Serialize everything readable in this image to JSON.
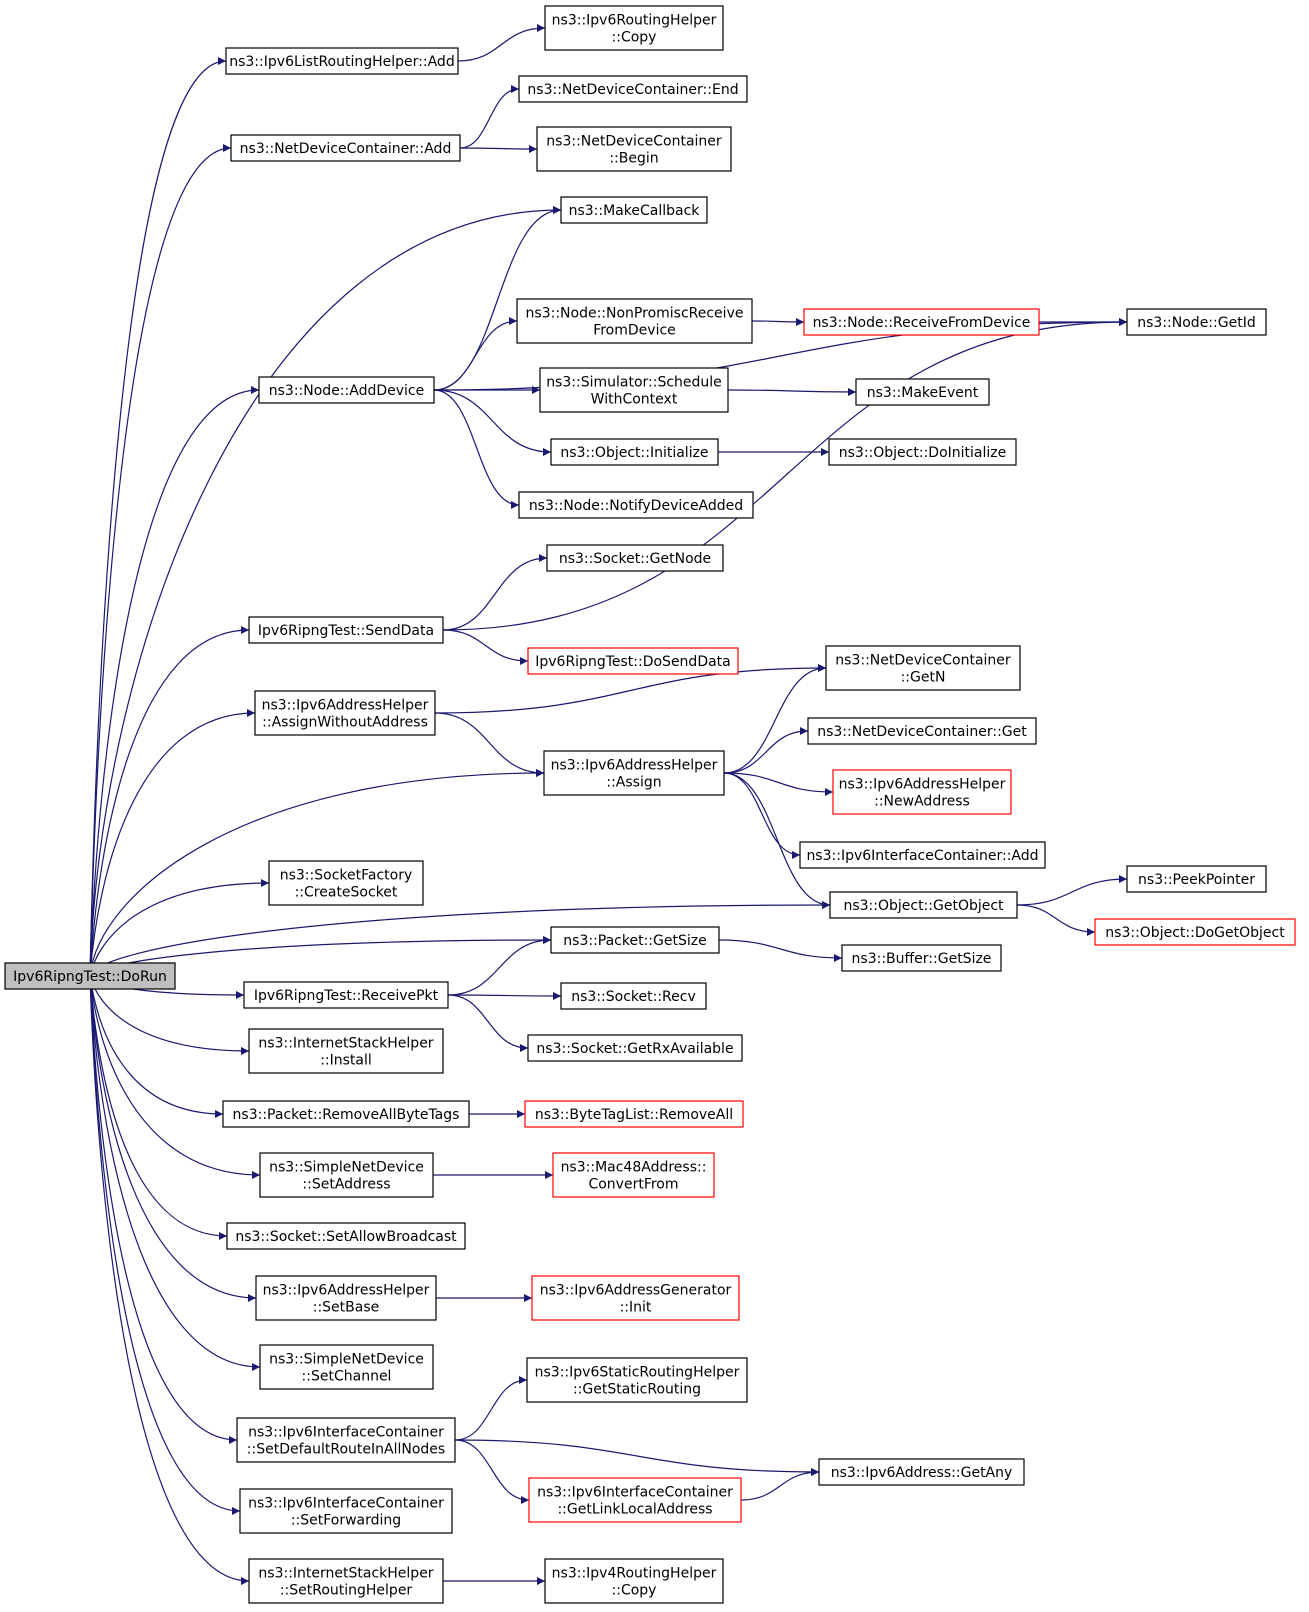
{
  "colors": {
    "edge": "#191970",
    "node_border": "#000000",
    "node_border_truncated": "#ff0000",
    "root_fill": "#bfbfbf",
    "node_fill": "#ffffff"
  },
  "nodes": [
    {
      "id": "root",
      "lines": [
        "Ipv6RipngTest::DoRun"
      ],
      "style": "root"
    },
    {
      "id": "listadd",
      "lines": [
        "ns3::Ipv6ListRoutingHelper::Add"
      ],
      "style": "normal"
    },
    {
      "id": "rhcopy",
      "lines": [
        "ns3::Ipv6RoutingHelper",
        "::Copy"
      ],
      "style": "normal"
    },
    {
      "id": "ndcadd",
      "lines": [
        "ns3::NetDeviceContainer::Add"
      ],
      "style": "normal"
    },
    {
      "id": "ndcend",
      "lines": [
        "ns3::NetDeviceContainer::End"
      ],
      "style": "normal"
    },
    {
      "id": "ndcbegin",
      "lines": [
        "ns3::NetDeviceContainer",
        "::Begin"
      ],
      "style": "normal"
    },
    {
      "id": "makecb",
      "lines": [
        "ns3::MakeCallback"
      ],
      "style": "normal"
    },
    {
      "id": "nodeadd",
      "lines": [
        "ns3::Node::AddDevice"
      ],
      "style": "normal"
    },
    {
      "id": "nonprom",
      "lines": [
        "ns3::Node::NonPromiscReceive",
        "FromDevice"
      ],
      "style": "normal"
    },
    {
      "id": "recvdev",
      "lines": [
        "ns3::Node::ReceiveFromDevice"
      ],
      "style": "truncated"
    },
    {
      "id": "getid",
      "lines": [
        "ns3::Node::GetId"
      ],
      "style": "normal"
    },
    {
      "id": "schedctx",
      "lines": [
        "ns3::Simulator::Schedule",
        "WithContext"
      ],
      "style": "normal"
    },
    {
      "id": "makeevent",
      "lines": [
        "ns3::MakeEvent"
      ],
      "style": "normal"
    },
    {
      "id": "objinit",
      "lines": [
        "ns3::Object::Initialize"
      ],
      "style": "normal"
    },
    {
      "id": "objdoinit",
      "lines": [
        "ns3::Object::DoInitialize"
      ],
      "style": "normal"
    },
    {
      "id": "notifydev",
      "lines": [
        "ns3::Node::NotifyDeviceAdded"
      ],
      "style": "normal"
    },
    {
      "id": "sockgetnode",
      "lines": [
        "ns3::Socket::GetNode"
      ],
      "style": "normal"
    },
    {
      "id": "senddata",
      "lines": [
        "Ipv6RipngTest::SendData"
      ],
      "style": "normal"
    },
    {
      "id": "dosenddata",
      "lines": [
        "Ipv6RipngTest::DoSendData"
      ],
      "style": "truncated"
    },
    {
      "id": "ndcgetn",
      "lines": [
        "ns3::NetDeviceContainer",
        "::GetN"
      ],
      "style": "normal"
    },
    {
      "id": "assignwo",
      "lines": [
        "ns3::Ipv6AddressHelper",
        "::AssignWithoutAddress"
      ],
      "style": "normal"
    },
    {
      "id": "ndcget",
      "lines": [
        "ns3::NetDeviceContainer::Get"
      ],
      "style": "normal"
    },
    {
      "id": "assign",
      "lines": [
        "ns3::Ipv6AddressHelper",
        "::Assign"
      ],
      "style": "normal"
    },
    {
      "id": "newaddr",
      "lines": [
        "ns3::Ipv6AddressHelper",
        "::NewAddress"
      ],
      "style": "truncated"
    },
    {
      "id": "icadd",
      "lines": [
        "ns3::Ipv6InterfaceContainer::Add"
      ],
      "style": "normal"
    },
    {
      "id": "peekptr",
      "lines": [
        "ns3::PeekPointer"
      ],
      "style": "normal"
    },
    {
      "id": "getobject",
      "lines": [
        "ns3::Object::GetObject"
      ],
      "style": "normal"
    },
    {
      "id": "dogetobject",
      "lines": [
        "ns3::Object::DoGetObject"
      ],
      "style": "truncated"
    },
    {
      "id": "createsock",
      "lines": [
        "ns3::SocketFactory",
        "::CreateSocket"
      ],
      "style": "normal"
    },
    {
      "id": "pktgetsize",
      "lines": [
        "ns3::Packet::GetSize"
      ],
      "style": "normal"
    },
    {
      "id": "bufgetsize",
      "lines": [
        "ns3::Buffer::GetSize"
      ],
      "style": "normal"
    },
    {
      "id": "recvpkt",
      "lines": [
        "Ipv6RipngTest::ReceivePkt"
      ],
      "style": "normal"
    },
    {
      "id": "sockrecv",
      "lines": [
        "ns3::Socket::Recv"
      ],
      "style": "normal"
    },
    {
      "id": "getrxavail",
      "lines": [
        "ns3::Socket::GetRxAvailable"
      ],
      "style": "normal"
    },
    {
      "id": "install",
      "lines": [
        "ns3::InternetStackHelper",
        "::Install"
      ],
      "style": "normal"
    },
    {
      "id": "rmbytetags",
      "lines": [
        "ns3::Packet::RemoveAllByteTags"
      ],
      "style": "normal"
    },
    {
      "id": "btlremove",
      "lines": [
        "ns3::ByteTagList::RemoveAll"
      ],
      "style": "truncated"
    },
    {
      "id": "sndsetaddr",
      "lines": [
        "ns3::SimpleNetDevice",
        "::SetAddress"
      ],
      "style": "normal"
    },
    {
      "id": "mac48conv",
      "lines": [
        "ns3::Mac48Address::",
        "ConvertFrom"
      ],
      "style": "truncated"
    },
    {
      "id": "allowbc",
      "lines": [
        "ns3::Socket::SetAllowBroadcast"
      ],
      "style": "normal"
    },
    {
      "id": "setbase",
      "lines": [
        "ns3::Ipv6AddressHelper",
        "::SetBase"
      ],
      "style": "normal"
    },
    {
      "id": "addrgeninit",
      "lines": [
        "ns3::Ipv6AddressGenerator",
        "::Init"
      ],
      "style": "truncated"
    },
    {
      "id": "setchannel",
      "lines": [
        "ns3::SimpleNetDevice",
        "::SetChannel"
      ],
      "style": "normal"
    },
    {
      "id": "getstatic",
      "lines": [
        "ns3::Ipv6StaticRoutingHelper",
        "::GetStaticRouting"
      ],
      "style": "normal"
    },
    {
      "id": "setdefroute",
      "lines": [
        "ns3::Ipv6InterfaceContainer",
        "::SetDefaultRouteInAllNodes"
      ],
      "style": "normal"
    },
    {
      "id": "getany",
      "lines": [
        "ns3::Ipv6Address::GetAny"
      ],
      "style": "normal"
    },
    {
      "id": "getlinklocal",
      "lines": [
        "ns3::Ipv6InterfaceContainer",
        "::GetLinkLocalAddress"
      ],
      "style": "truncated"
    },
    {
      "id": "setfwd",
      "lines": [
        "ns3::Ipv6InterfaceContainer",
        "::SetForwarding"
      ],
      "style": "normal"
    },
    {
      "id": "setroutinghelper",
      "lines": [
        "ns3::InternetStackHelper",
        "::SetRoutingHelper"
      ],
      "style": "normal"
    },
    {
      "id": "v4copy",
      "lines": [
        "ns3::Ipv4RoutingHelper",
        "::Copy"
      ],
      "style": "normal"
    }
  ],
  "edges": [
    [
      "root",
      "listadd"
    ],
    [
      "root",
      "ndcadd"
    ],
    [
      "root",
      "makecb"
    ],
    [
      "root",
      "nodeadd"
    ],
    [
      "root",
      "senddata"
    ],
    [
      "root",
      "assignwo"
    ],
    [
      "root",
      "assign"
    ],
    [
      "root",
      "getobject"
    ],
    [
      "root",
      "createsock"
    ],
    [
      "root",
      "pktgetsize"
    ],
    [
      "root",
      "recvpkt"
    ],
    [
      "root",
      "install"
    ],
    [
      "root",
      "rmbytetags"
    ],
    [
      "root",
      "sndsetaddr"
    ],
    [
      "root",
      "allowbc"
    ],
    [
      "root",
      "setbase"
    ],
    [
      "root",
      "setchannel"
    ],
    [
      "root",
      "setdefroute"
    ],
    [
      "root",
      "setfwd"
    ],
    [
      "root",
      "setroutinghelper"
    ],
    [
      "listadd",
      "rhcopy"
    ],
    [
      "ndcadd",
      "ndcend"
    ],
    [
      "ndcadd",
      "ndcbegin"
    ],
    [
      "nodeadd",
      "makecb"
    ],
    [
      "nodeadd",
      "getid"
    ],
    [
      "nodeadd",
      "nonprom"
    ],
    [
      "nodeadd",
      "schedctx"
    ],
    [
      "nodeadd",
      "objinit"
    ],
    [
      "nodeadd",
      "notifydev"
    ],
    [
      "nonprom",
      "recvdev"
    ],
    [
      "recvdev",
      "getid"
    ],
    [
      "schedctx",
      "makeevent"
    ],
    [
      "objinit",
      "objdoinit"
    ],
    [
      "senddata",
      "sockgetnode"
    ],
    [
      "senddata",
      "getid"
    ],
    [
      "senddata",
      "dosenddata"
    ],
    [
      "assignwo",
      "ndcgetn"
    ],
    [
      "assignwo",
      "assign"
    ],
    [
      "assign",
      "ndcgetn"
    ],
    [
      "assign",
      "ndcget"
    ],
    [
      "assign",
      "newaddr"
    ],
    [
      "assign",
      "icadd"
    ],
    [
      "assign",
      "getobject"
    ],
    [
      "getobject",
      "peekptr"
    ],
    [
      "getobject",
      "dogetobject"
    ],
    [
      "pktgetsize",
      "bufgetsize"
    ],
    [
      "recvpkt",
      "pktgetsize"
    ],
    [
      "recvpkt",
      "sockrecv"
    ],
    [
      "recvpkt",
      "getrxavail"
    ],
    [
      "rmbytetags",
      "btlremove"
    ],
    [
      "sndsetaddr",
      "mac48conv"
    ],
    [
      "setbase",
      "addrgeninit"
    ],
    [
      "setdefroute",
      "getstatic"
    ],
    [
      "setdefroute",
      "getany"
    ],
    [
      "setdefroute",
      "getlinklocal"
    ],
    [
      "getlinklocal",
      "getany"
    ],
    [
      "setroutinghelper",
      "v4copy"
    ]
  ]
}
